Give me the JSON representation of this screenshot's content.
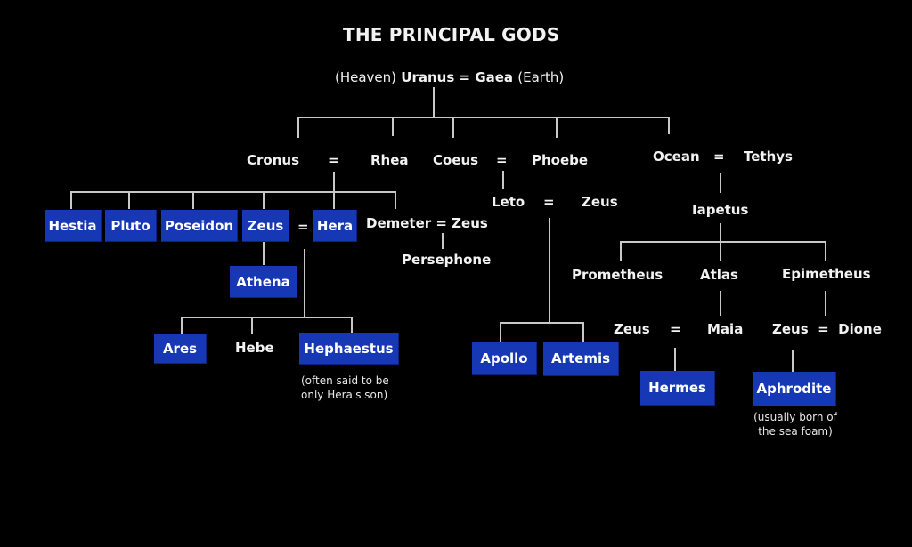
{
  "title": "THE PRINCIPAL GODS",
  "root": {
    "left_note": "(Heaven)",
    "left": "Uranus",
    "eq": "=",
    "right": "Gaea",
    "right_note": "(Earth)"
  },
  "titans": {
    "cronus": "Cronus",
    "rhea": "Rhea",
    "coeus": "Coeus",
    "phoebe": "Phoebe",
    "ocean": "Ocean",
    "tethys": "Tethys",
    "eq": "="
  },
  "cronus_children": {
    "hestia": "Hestia",
    "pluto": "Pluto",
    "poseidon": "Poseidon",
    "zeus": "Zeus",
    "hera": "Hera",
    "demeter_pair": "Demeter = Zeus",
    "persephone": "Persephone",
    "eq": "="
  },
  "zeus_hera_children": {
    "athena": "Athena",
    "ares": "Ares",
    "hebe": "Hebe",
    "hephaestus": "Hephaestus",
    "hephaestus_note_1": "(often said to be",
    "hephaestus_note_2": "only Hera's son)"
  },
  "leto_line": {
    "leto": "Leto",
    "eq": "=",
    "zeus": "Zeus",
    "apollo": "Apollo",
    "artemis": "Artemis"
  },
  "ocean_line": {
    "iapetus": "Iapetus",
    "prometheus": "Prometheus",
    "atlas": "Atlas",
    "epimetheus": "Epimetheus",
    "zeus1": "Zeus",
    "eq1": "=",
    "maia": "Maia",
    "zeus_dione": "Zeus  =  Dione",
    "hermes": "Hermes",
    "aphrodite": "Aphrodite",
    "aphrodite_note_1": "(usually born of",
    "aphrodite_note_2": "the sea foam)"
  },
  "colors": {
    "background": "#000000",
    "olympian_box": "#1738b4",
    "text": "#f2f2f2",
    "lines": "#c8c8c8"
  }
}
